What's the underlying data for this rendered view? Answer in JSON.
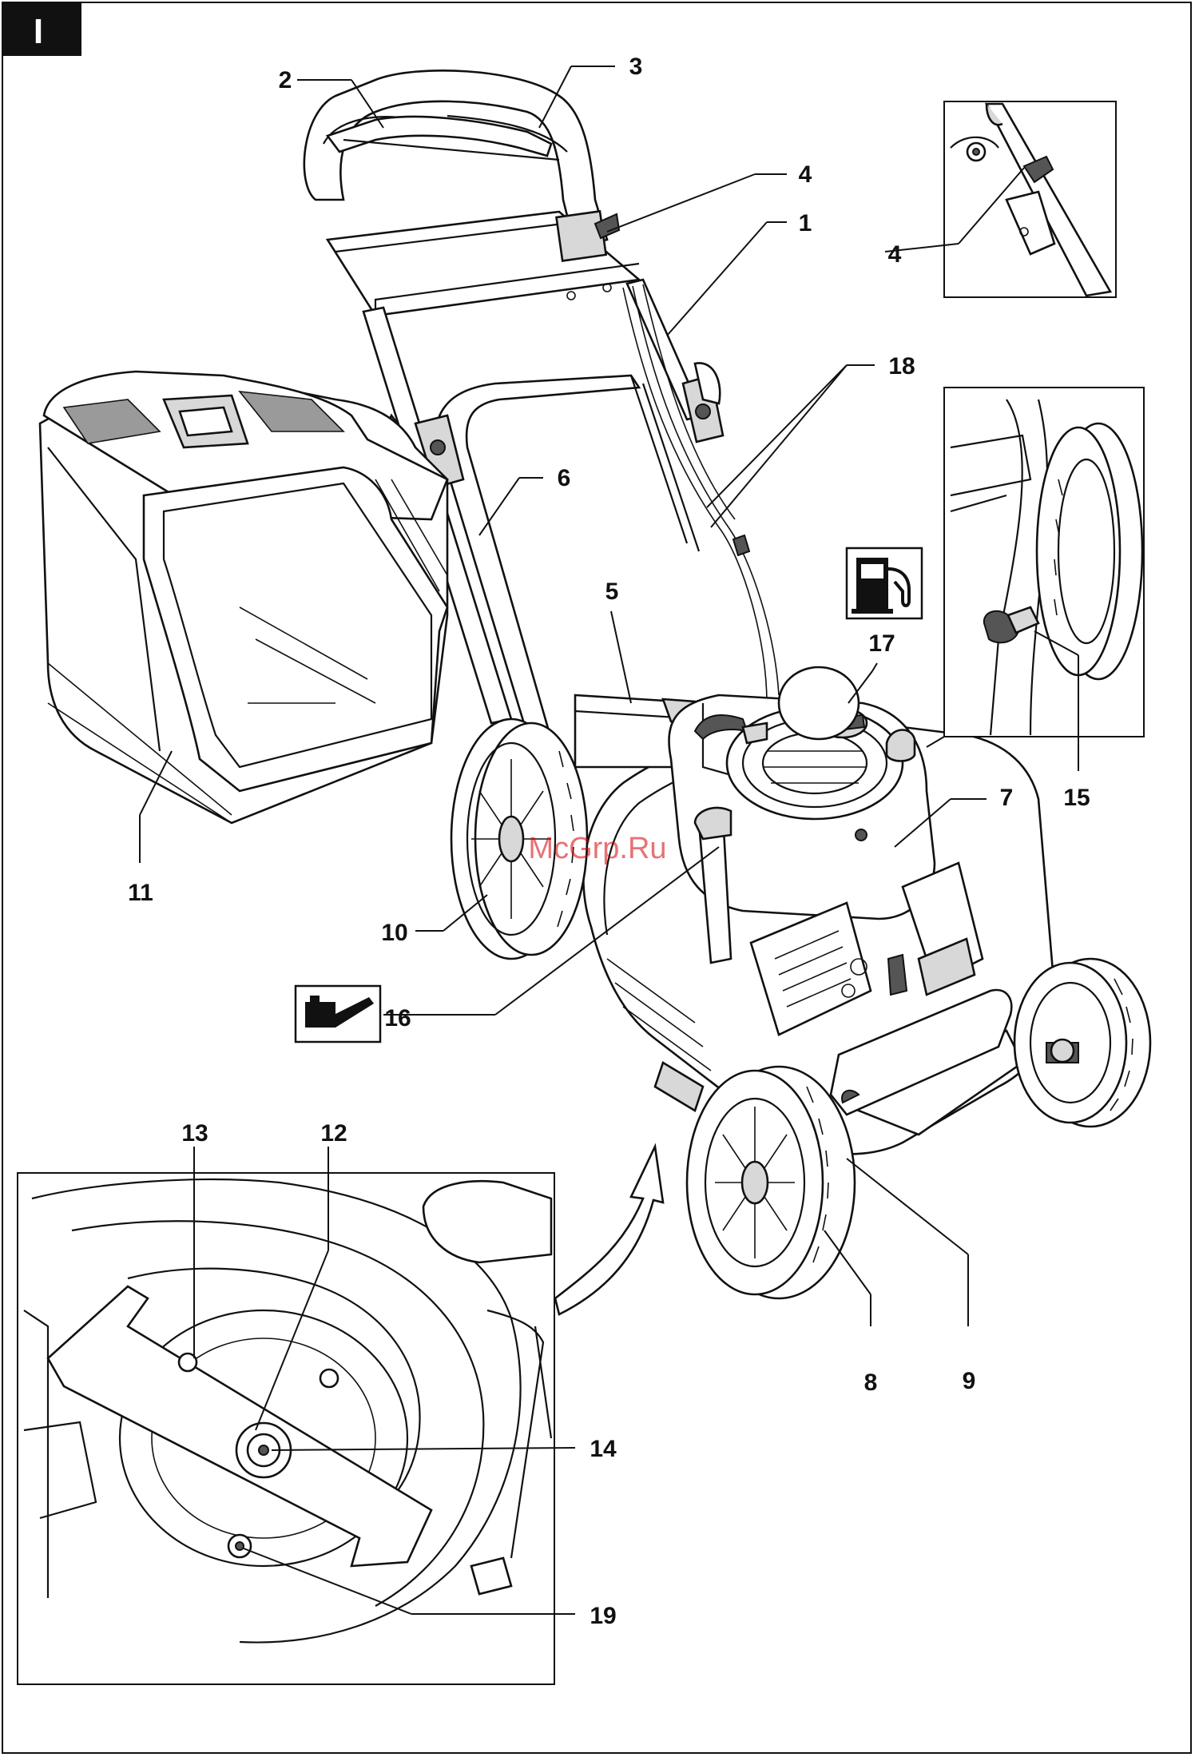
{
  "section_tab": "I",
  "watermark": "McGrp.Ru",
  "callouts": [
    {
      "id": "c1",
      "text": "1"
    },
    {
      "id": "c2",
      "text": "2"
    },
    {
      "id": "c3",
      "text": "3"
    },
    {
      "id": "c4a",
      "text": "4"
    },
    {
      "id": "c4b",
      "text": "4"
    },
    {
      "id": "c5",
      "text": "5"
    },
    {
      "id": "c6",
      "text": "6"
    },
    {
      "id": "c7",
      "text": "7"
    },
    {
      "id": "c8",
      "text": "8"
    },
    {
      "id": "c9",
      "text": "9"
    },
    {
      "id": "c10",
      "text": "10"
    },
    {
      "id": "c11",
      "text": "11"
    },
    {
      "id": "c12",
      "text": "12"
    },
    {
      "id": "c13",
      "text": "13"
    },
    {
      "id": "c14",
      "text": "14"
    },
    {
      "id": "c15",
      "text": "15"
    },
    {
      "id": "c16",
      "text": "16"
    },
    {
      "id": "c17",
      "text": "17"
    },
    {
      "id": "c18",
      "text": "18"
    },
    {
      "id": "c19",
      "text": "19"
    }
  ],
  "icons": {
    "fuel": "fuel-pump-icon",
    "oil": "oil-can-icon"
  }
}
